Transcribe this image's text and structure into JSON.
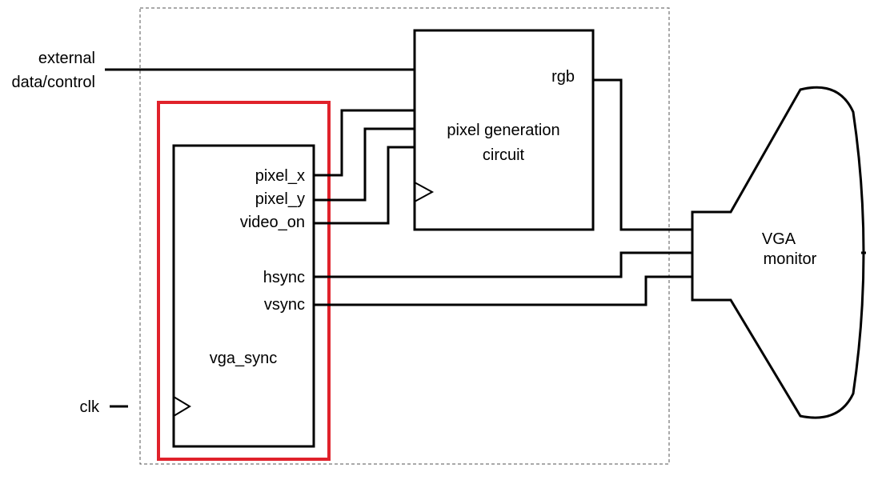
{
  "labels": {
    "external": "external",
    "data_control": "data/control",
    "clk": "clk",
    "pixel_x": "pixel_x",
    "pixel_y": "pixel_y",
    "video_on": "video_on",
    "hsync": "hsync",
    "vsync": "vsync",
    "vga_sync": "vga_sync",
    "rgb": "rgb",
    "pixel_generation": "pixel generation",
    "circuit": "circuit",
    "vga": "VGA",
    "monitor": "monitor"
  },
  "colors": {
    "line": "#000000",
    "highlight": "#e0222b",
    "boundary": "#555555",
    "background": "#ffffff"
  }
}
